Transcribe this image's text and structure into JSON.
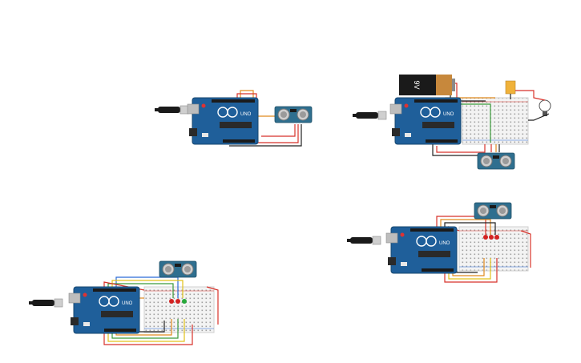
{
  "canvas": {
    "background": "#ffffff"
  },
  "palette": {
    "board": "#1f5f9a",
    "board_dark": "#17476f",
    "header": "#1b1b1b",
    "chip": "#2a2a2a",
    "breadboard": "#f2f2f2",
    "breadboard_hole": "#9a9a9a",
    "sensor_board": "#2f6f8f",
    "sensor_eye": "#c9c9c9",
    "wire_red": "#d8322a",
    "wire_orange": "#e08a1e",
    "wire_yellow": "#e2c21a",
    "wire_green": "#3a9a3a",
    "wire_black": "#222222",
    "wire_blue": "#2a6ad8",
    "led_red": "#d32222",
    "led_green": "#27a83a",
    "battery_body": "#1a1a1a",
    "battery_cap": "#c7883c",
    "relay": "#f0b23a"
  },
  "boards": [
    {
      "name": "circuit-top-left",
      "arduino_label": "UNO",
      "battery_label": ""
    },
    {
      "name": "circuit-top-right",
      "arduino_label": "UNO",
      "battery_label": "9V"
    },
    {
      "name": "circuit-bottom-left",
      "arduino_label": "UNO",
      "battery_label": ""
    },
    {
      "name": "circuit-bottom-right",
      "arduino_label": "UNO",
      "battery_label": ""
    }
  ],
  "icons": [
    "usb-cable-icon",
    "arduino-uno-icon",
    "ultrasonic-sensor-icon",
    "breadboard-icon",
    "battery-icon",
    "relay-icon",
    "light-bulb-icon",
    "led-icon"
  ]
}
